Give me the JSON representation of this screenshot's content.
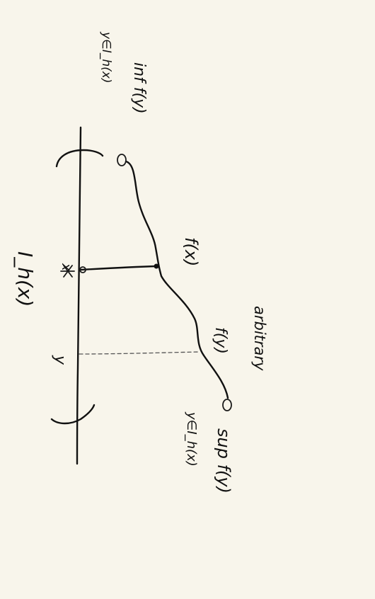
{
  "labels": {
    "inf_label": "inf f(y)",
    "inf_subscript": "y∈I_h(x)",
    "sup_label": "sup f(y)",
    "sup_subscript": "y∈I_h(x)",
    "fx": "f(x)",
    "fy": "f(y)",
    "interval": "I_h(x)",
    "arbitrary": "arbitrary",
    "x": "x",
    "y": "y"
  },
  "colors": {
    "background": "#f8f5eb",
    "ink": "#111111",
    "dashed": "#555555"
  }
}
